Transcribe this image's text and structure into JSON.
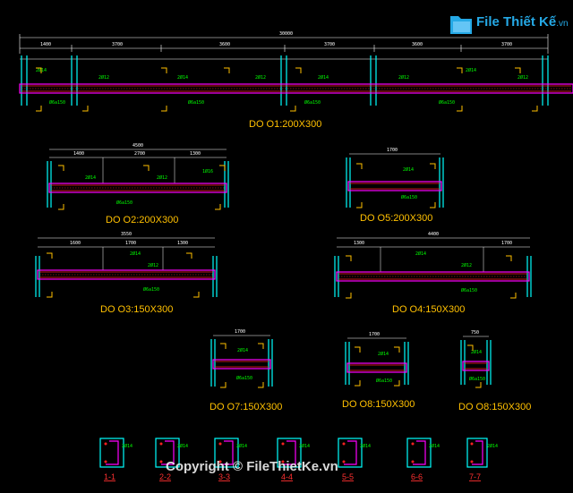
{
  "watermark": {
    "logo_main": "File Thiết Kế",
    "logo_suffix": ".vn",
    "copyright": "Copyright © FileThietKe.vn"
  },
  "colors": {
    "background": "#000000",
    "beam": "#ff00ff",
    "rebar": "#ff2020",
    "column": "#00ffff",
    "dim_line": "#ffffff",
    "title": "#ffc000",
    "note": "#00ff00",
    "logo": "#25a9e6"
  },
  "beams": [
    {
      "id": "d1",
      "title": "DO O1:200X300",
      "total_dim": "30000",
      "spans": [
        "1400",
        "3700",
        "3600",
        "3700",
        "3600",
        "3700"
      ]
    },
    {
      "id": "d2",
      "title": "DO O2:200X300",
      "total_dim": "4500",
      "spans": [
        "1400",
        "2700",
        "1300"
      ]
    },
    {
      "id": "d5",
      "title": "DO O5:200X300",
      "total_dim": "1700",
      "spans": []
    },
    {
      "id": "d3",
      "title": "DO O3:150X300",
      "total_dim": "3550",
      "spans": [
        "1600",
        "1700",
        "1300"
      ]
    },
    {
      "id": "d4",
      "title": "DO O4:150X300",
      "total_dim": "4400",
      "spans": [
        "1300",
        "1700"
      ]
    },
    {
      "id": "d7",
      "title": "DO O7:150X300",
      "total_dim": "1700",
      "spans": []
    },
    {
      "id": "d8a",
      "title": "DO O8:150X300",
      "total_dim": "1700",
      "spans": []
    },
    {
      "id": "d8b",
      "title": "DO O8:150X300",
      "total_dim": "750",
      "spans": []
    }
  ],
  "sections": [
    "1-1",
    "2-2",
    "3-3",
    "4-4",
    "5-5",
    "6-6",
    "7-7"
  ],
  "bar_notes": [
    "2Ø14",
    "2Ø12",
    "1Ø16",
    "Ø6a150"
  ]
}
